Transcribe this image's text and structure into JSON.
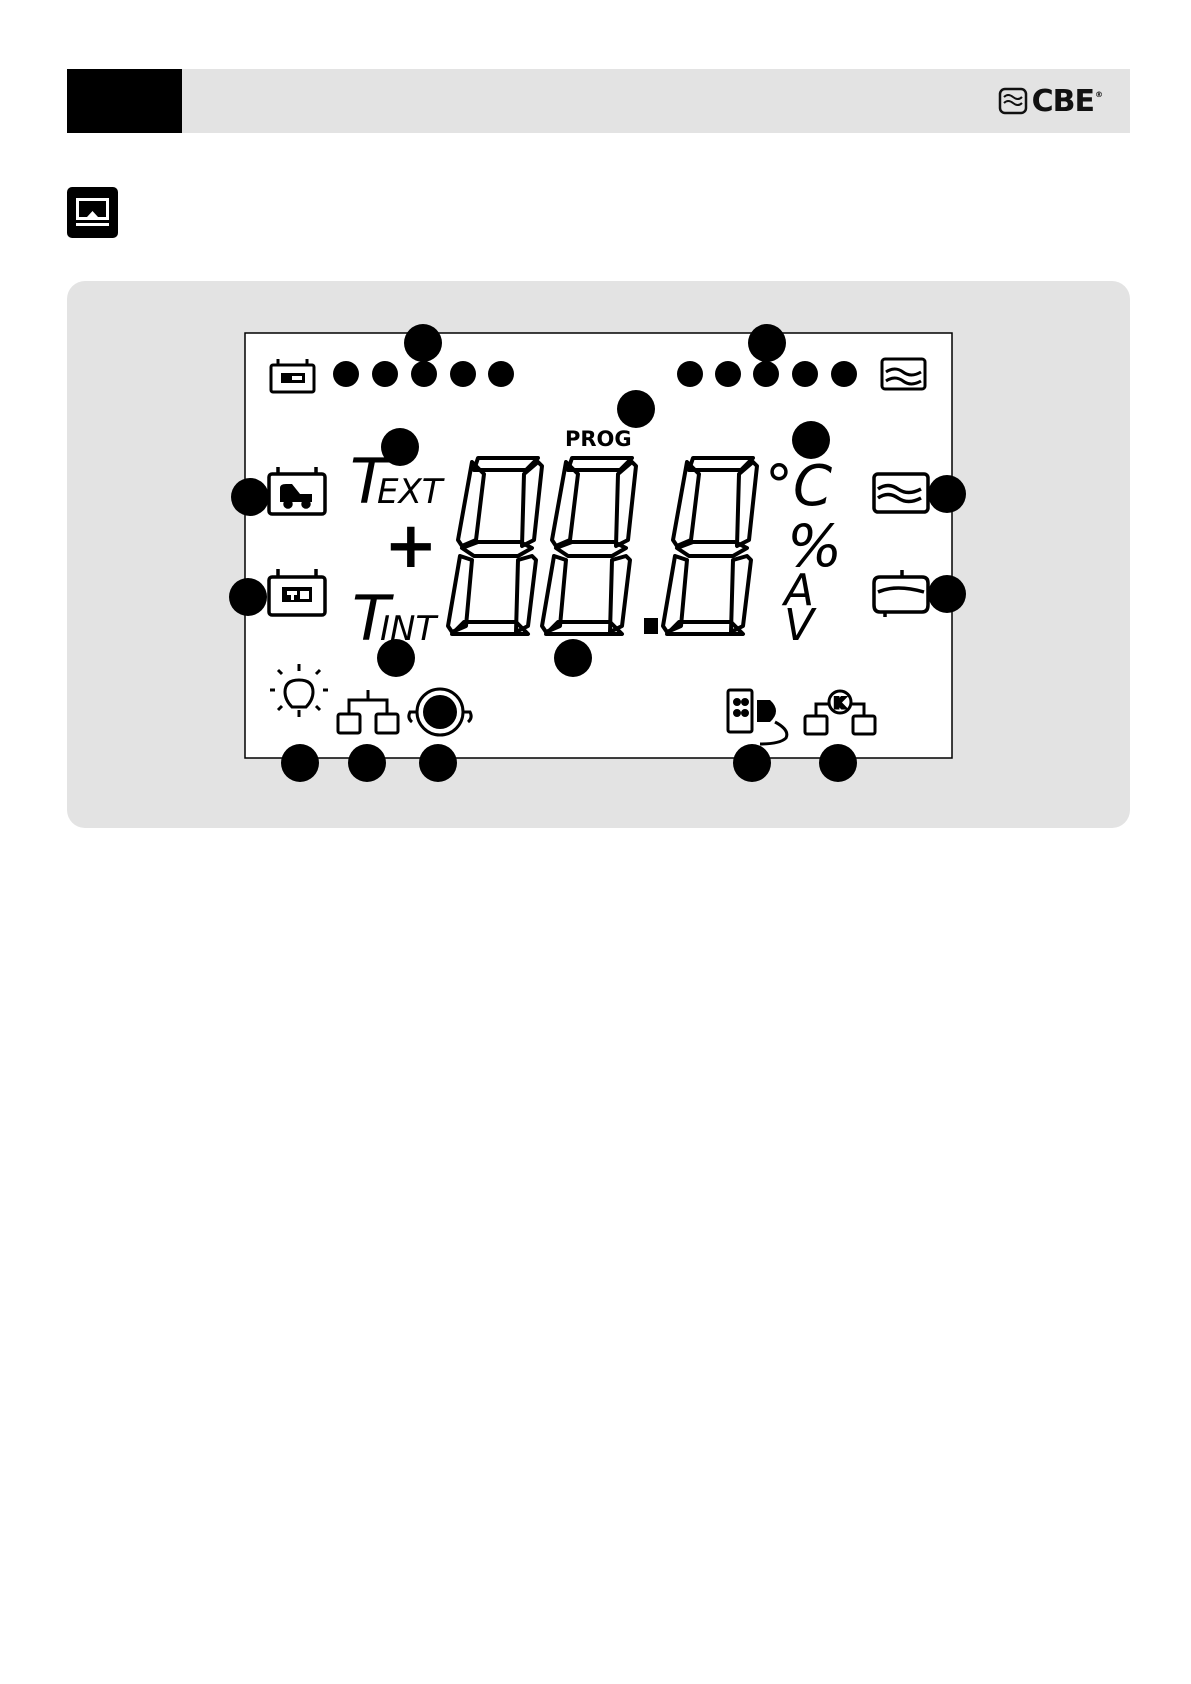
{
  "header": {
    "brand_name": "CBE",
    "brand_mark": "®",
    "logo_icon": "cbe-logo-icon"
  },
  "section_icon": "display-icon",
  "lcd": {
    "prog_label": "PROG",
    "text_label_T": "T",
    "text_label_sub": "EXT",
    "tint_label_T": "T",
    "tint_label_sub": "INT",
    "plus_label": "+",
    "unit_celsius": "°C",
    "unit_percent": "%",
    "unit_amp": "A",
    "unit_volt": "V",
    "icons": [
      "battery-service-icon",
      "battery-vehicle-icon",
      "battery-service-small-icon",
      "water-tank-icon",
      "water-tank-level-icon",
      "waste-tank-icon",
      "light-bulb-icon",
      "battery-link-icon",
      "generator-icon",
      "shore-power-plug-icon",
      "battery-charger-link-icon"
    ]
  },
  "colors": {
    "panel_bg": "#e3e3e3",
    "ink": "#000000"
  }
}
